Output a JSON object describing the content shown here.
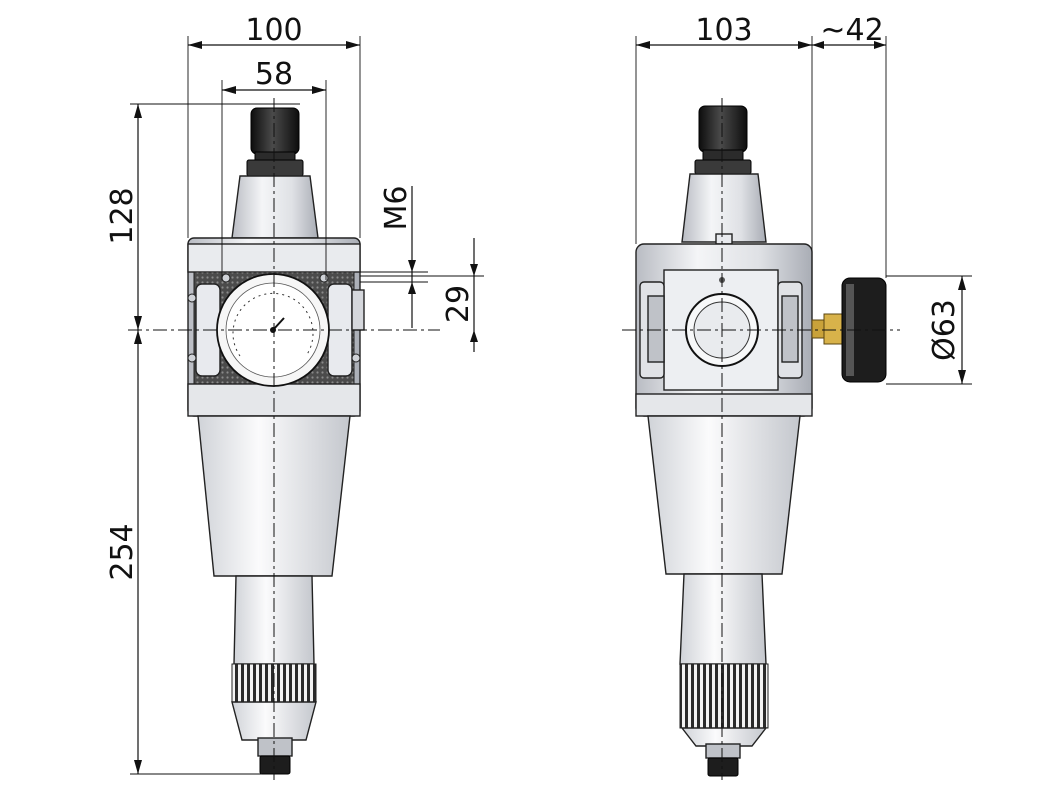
{
  "dimensions": {
    "front_width": "100",
    "front_inner_width": "58",
    "front_top_height": "128",
    "front_bottom_height": "254",
    "thread": "M6",
    "mount_spacing": "29",
    "side_width": "103",
    "side_gauge_offset": "~42",
    "gauge_diameter": "Ø63"
  },
  "colors": {
    "line": "#111111",
    "body_light": "#e8eaee",
    "body_shade": "#c9ccd2",
    "knob": "#1d1d1d",
    "brass": "#c9a23a"
  },
  "icons": {
    "front_gauge": "pressure-gauge-icon",
    "side_gauge": "pressure-gauge-side-icon"
  }
}
